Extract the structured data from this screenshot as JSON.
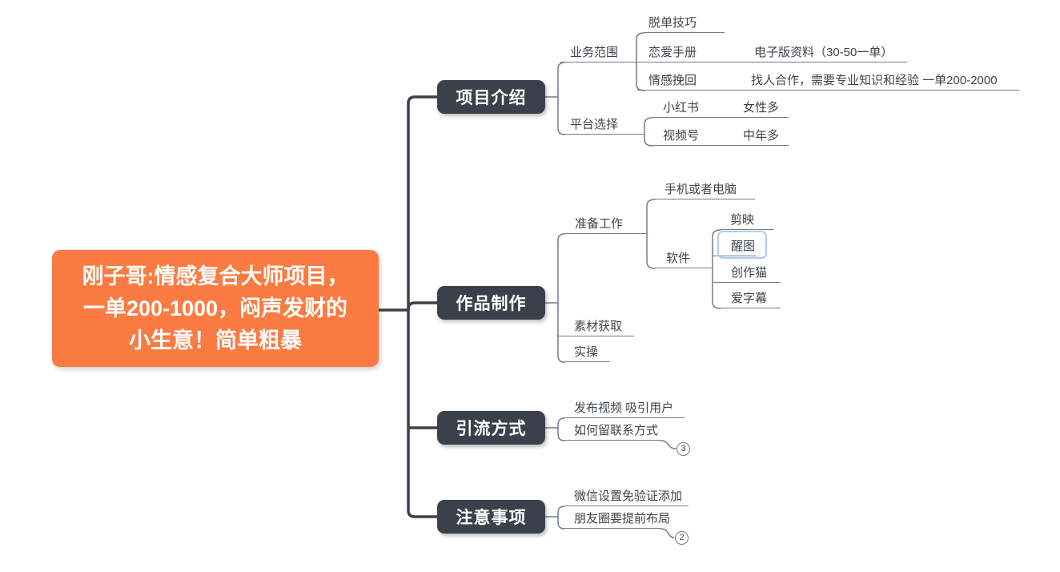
{
  "colors": {
    "root_bg": "#fb7b42",
    "topic_bg": "#3b414b",
    "line": "#757c85",
    "trunk": "#3b414b",
    "text": "#3f444a",
    "sel": "#aecbea",
    "canvas_bg": "#ffffff"
  },
  "mindmap": {
    "root": {
      "label": "刚子哥:情感复合大师项目，一单200-1000，闷声发财的小生意！简单粗暴",
      "lines": [
        "刚子哥:情感复合大师项目，",
        "一单200-1000，闷声发财的",
        "小生意！简单粗暴"
      ]
    },
    "main_topics": [
      {
        "label": "项目介绍"
      },
      {
        "label": "作品制作"
      },
      {
        "label": "引流方式"
      },
      {
        "label": "注意事项"
      }
    ],
    "subtopics": {
      "business_scope": "业务范围",
      "dating_tips": "脱单技巧",
      "love_manual": "恋爱手册",
      "ebook_material": "电子版资料（30-50一单）",
      "relationship_recovery": "情感挽回",
      "partner_needed": "找人合作，需要专业知识和经验 一单200-2000",
      "platform_choice": "平台选择",
      "xiaohongshu": "小红书",
      "mostly_female": "女性多",
      "shipinhao": "视频号",
      "middle_aged": "中年多",
      "preparation": "准备工作",
      "phone_or_computer": "手机或者电脑",
      "software": "软件",
      "jianying": "剪映",
      "xingtu": "醒图",
      "chuangzuomao": "创作猫",
      "aizimu": "爱字幕",
      "material_acquisition": "素材获取",
      "practice": "实操",
      "publish_videos": "发布视频 吸引用户",
      "leave_contact": "如何留联系方式",
      "wechat_no_verification": "微信设置免验证添加",
      "moments_layout": "朋友圈要提前布局"
    },
    "badges": {
      "leave_contact_count": "3",
      "moments_count": "2"
    }
  }
}
